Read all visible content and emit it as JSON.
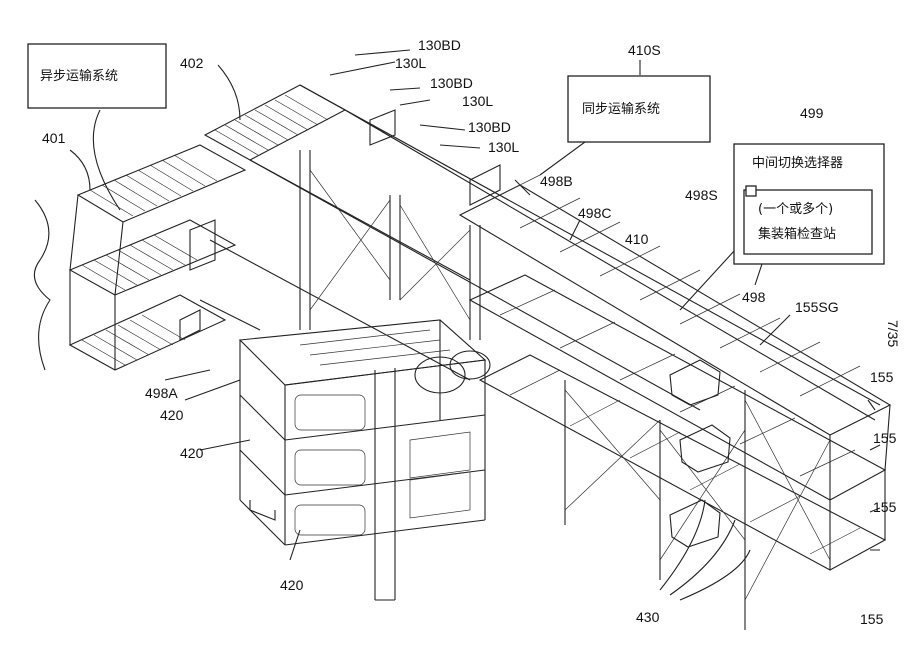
{
  "labels": {
    "r130BD_1": "130BD",
    "r130L_1": "130L",
    "r130BD_2": "130BD",
    "r130L_2": "130L",
    "r130BD_3": "130BD",
    "r130L_3": "130L",
    "r401": "401",
    "r402": "402",
    "r410S": "410S",
    "r499": "499",
    "r498B": "498B",
    "r498C": "498C",
    "r498S": "498S",
    "r410": "410",
    "r498": "498",
    "r155SG": "155SG",
    "r155_1": "155",
    "r155_2": "155",
    "r155_3": "155",
    "r155_4": "155",
    "r498A": "498A",
    "r420_1": "420",
    "r420_2": "420",
    "r420_3": "420",
    "r430": "430",
    "sheet": "7/35"
  },
  "boxes": {
    "async": "异步运输系统",
    "sync": "同步运输系统",
    "switch_title": "中间切换选择器",
    "station_line1": "(一个或多个)",
    "station_line2": "集装箱检查站"
  }
}
